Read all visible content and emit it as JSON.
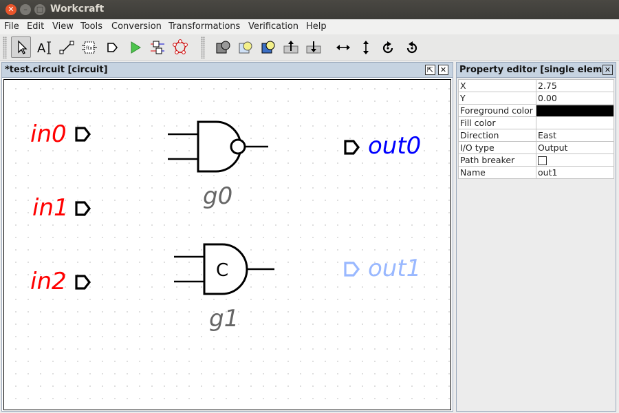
{
  "window": {
    "title": "Workcraft",
    "close_glyph": "✕",
    "minimize_glyph": "–",
    "maximize_glyph": "□"
  },
  "menu": [
    "File",
    "Edit",
    "View",
    "Tools",
    "Conversion",
    "Transformations",
    "Verification",
    "Help"
  ],
  "toolbar": {
    "tools": [
      {
        "name": "select-tool",
        "icon": "pointer-icon",
        "active": true
      },
      {
        "name": "text-note-tool",
        "icon": "text-cursor-icon",
        "active": false
      },
      {
        "name": "connect-tool",
        "icon": "wire-icon",
        "active": false
      },
      {
        "name": "function-component-tool",
        "icon": "function-gate-icon",
        "active": false
      },
      {
        "name": "contact-tool",
        "icon": "port-icon",
        "active": false
      },
      {
        "name": "simulation-tool",
        "icon": "play-icon",
        "active": false
      },
      {
        "name": "cycle-analysis-tool",
        "icon": "timing-icon",
        "active": false
      },
      {
        "name": "graph-tool",
        "icon": "graph-icon",
        "active": false
      }
    ],
    "actions": [
      {
        "name": "insert-buffer-action",
        "icon": "buffer-icon"
      },
      {
        "name": "toggle-zero-delay-action",
        "icon": "zero-delay-icon"
      },
      {
        "name": "mark-path-breaker-action",
        "icon": "path-breaker-icon"
      },
      {
        "name": "contract-up-action",
        "icon": "arrow-up-bar-icon"
      },
      {
        "name": "contract-down-action",
        "icon": "arrow-down-bar-icon"
      },
      {
        "name": "flip-horizontal-action",
        "icon": "flip-horizontal-icon"
      },
      {
        "name": "flip-vertical-action",
        "icon": "flip-vertical-icon"
      },
      {
        "name": "rotate-clockwise-action",
        "icon": "rotate-cw-icon"
      },
      {
        "name": "rotate-counterclockwise-action",
        "icon": "rotate-ccw-icon"
      }
    ]
  },
  "editor": {
    "title": "*test.circuit [circuit]",
    "undock_glyph": "⇱",
    "close_glyph": "✕"
  },
  "circuit": {
    "inputs": [
      {
        "label": "in0",
        "color": "#ff0000"
      },
      {
        "label": "in1",
        "color": "#ff0000"
      },
      {
        "label": "in2",
        "color": "#ff0000"
      }
    ],
    "outputs": [
      {
        "label": "out0",
        "color": "#0000ff",
        "selected": false
      },
      {
        "label": "out1",
        "color": "#99b8ff",
        "selected": true
      }
    ],
    "gates": [
      {
        "label": "g0",
        "type": "nand"
      },
      {
        "label": "g1",
        "type": "c-element",
        "symbol": "C"
      }
    ],
    "label_color": "#666666"
  },
  "property_editor": {
    "title": "Property editor [single elem",
    "close_glyph": "✕",
    "rows": [
      {
        "key": "X",
        "value": "2.75"
      },
      {
        "key": "Y",
        "value": "0.00"
      },
      {
        "key": "Foreground color",
        "value": "",
        "swatch": "#000000"
      },
      {
        "key": "Fill color",
        "value": "",
        "swatch": "#ffffff"
      },
      {
        "key": "Direction",
        "value": "East"
      },
      {
        "key": "I/O type",
        "value": "Output"
      },
      {
        "key": "Path breaker",
        "value": "",
        "checkbox": false
      },
      {
        "key": "Name",
        "value": "out1"
      }
    ]
  }
}
